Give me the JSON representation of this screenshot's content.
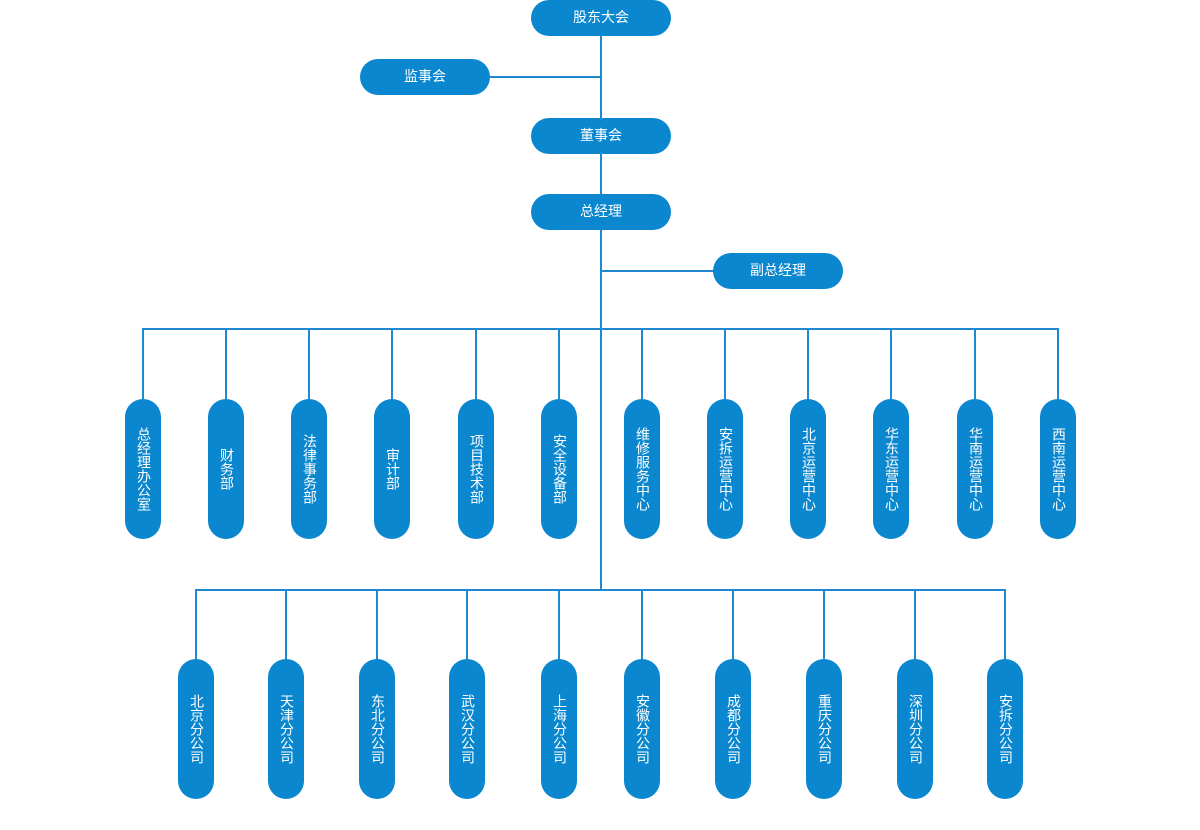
{
  "top": {
    "shareholders": "股东大会",
    "supervisors": "监事会",
    "board": "董事会",
    "ceo": "总经理",
    "vice_ceo": "副总经理"
  },
  "departments": [
    "总经理办公室",
    "财务部",
    "法律事务部",
    "审计部",
    "项目技术部",
    "安全设备部",
    "维修服务中心",
    "安拆运营中心",
    "北京运营中心",
    "华东运营中心",
    "华南运营中心",
    "西南运营中心"
  ],
  "branches": [
    "北京分公司",
    "天津分公司",
    "东北分公司",
    "武汉分公司",
    "上海分公司",
    "安徽分公司",
    "成都分公司",
    "重庆分公司",
    "深圳分公司",
    "安拆分公司"
  ],
  "colors": {
    "node": "#0a87cf",
    "line": "#1e88d0",
    "text": "#ffffff"
  }
}
